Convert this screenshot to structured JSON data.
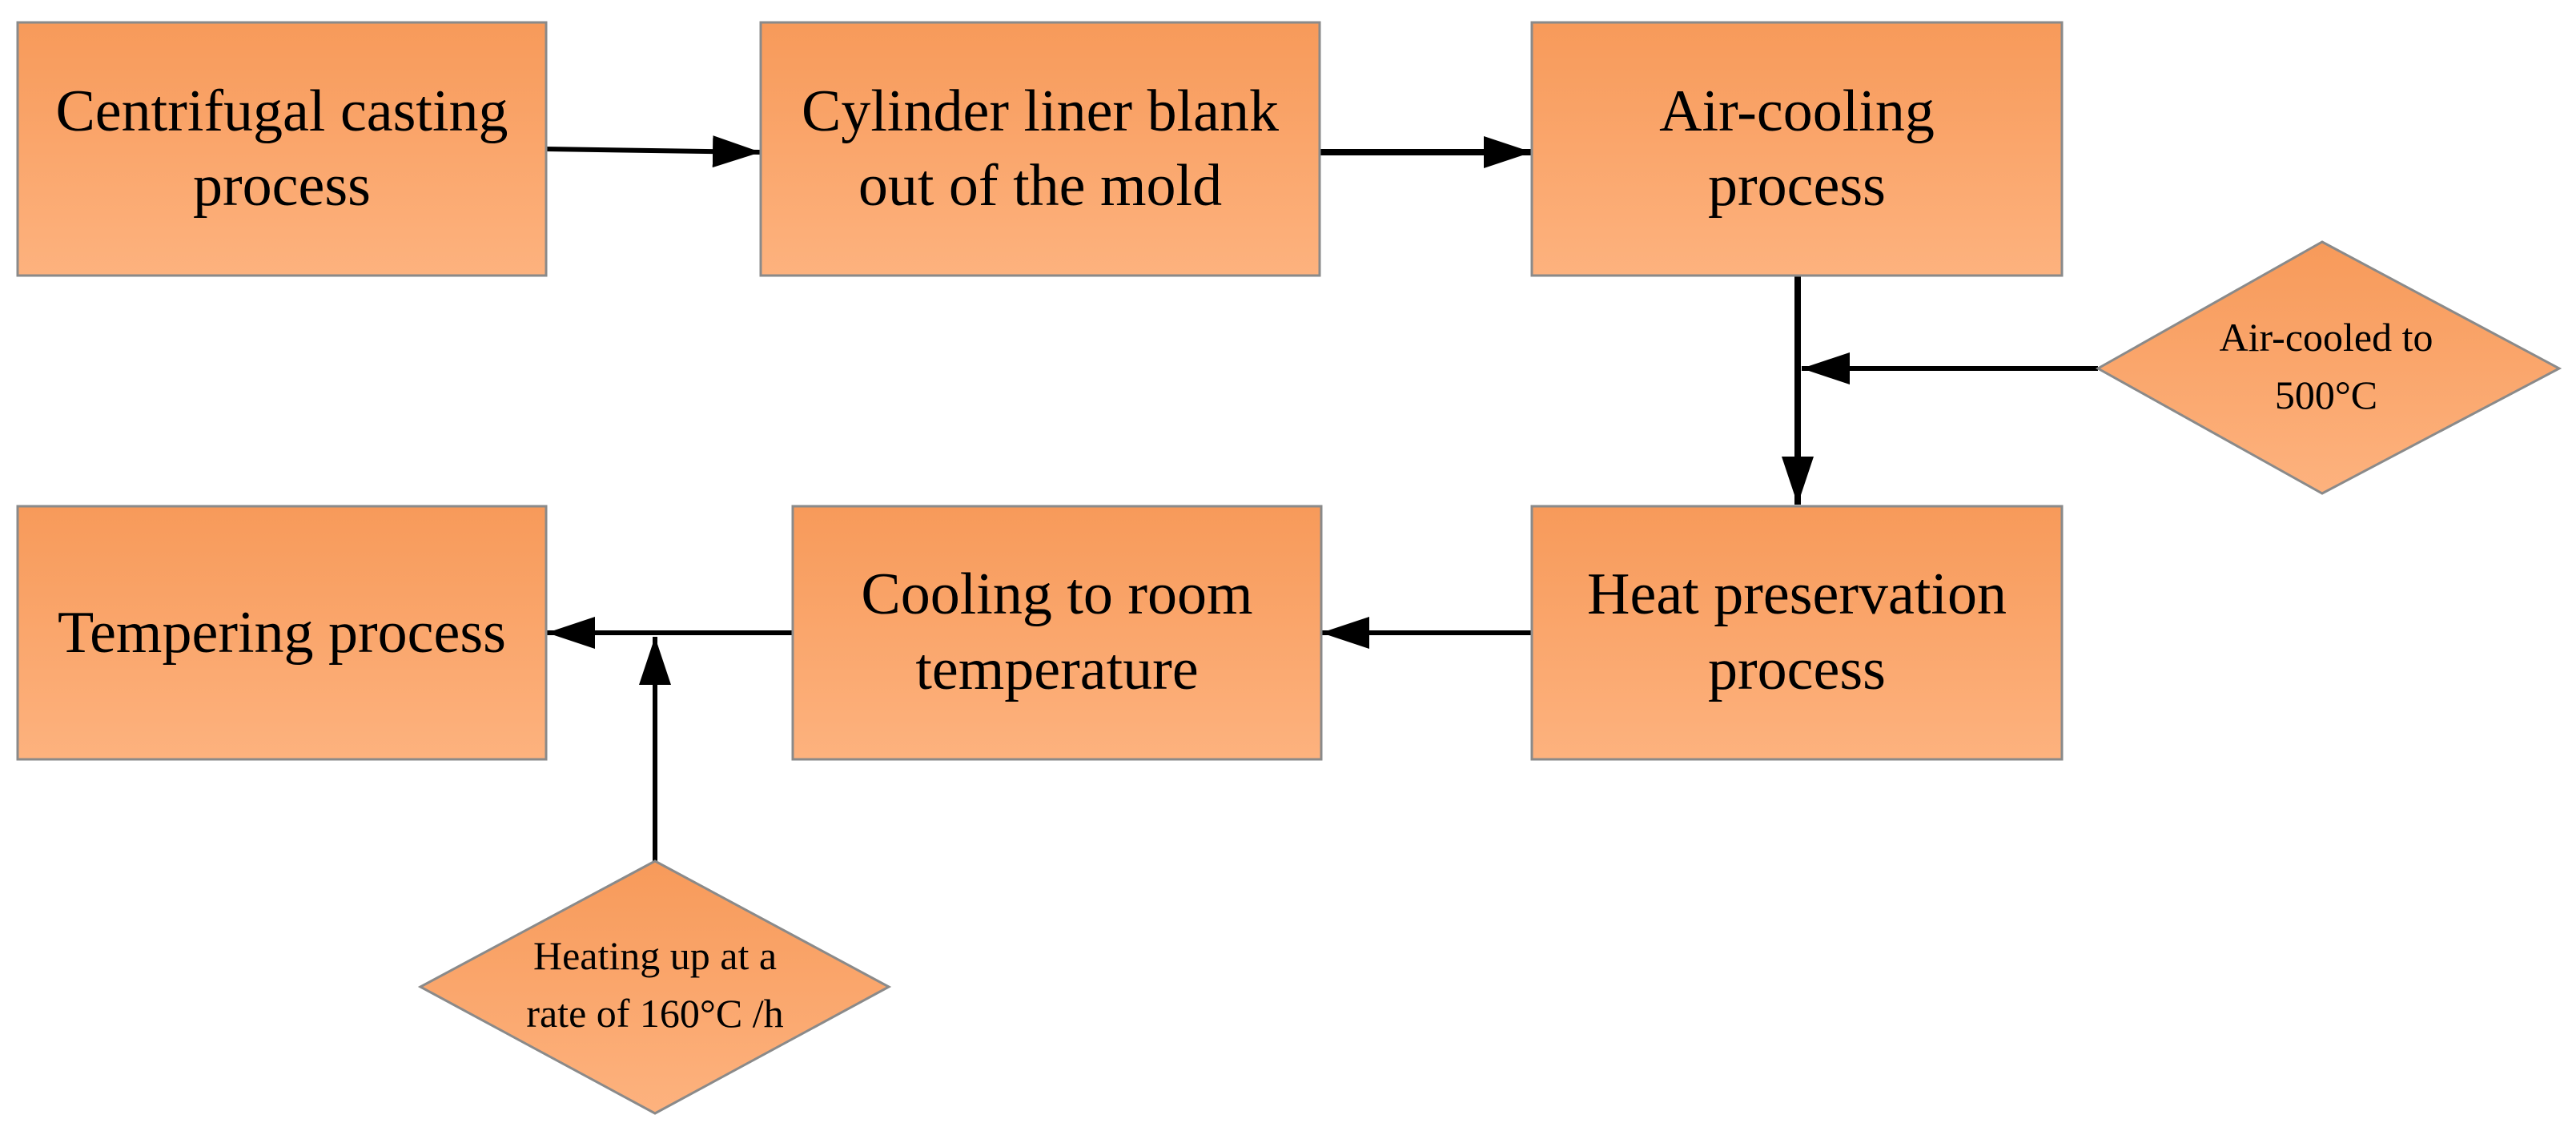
{
  "colors": {
    "fill_top": "#f79a5a",
    "fill_bottom": "#fdb27e",
    "stroke": "#8a8a8a",
    "arrow": "#000000"
  },
  "boxes": {
    "centrifugal": {
      "line1": "Centrifugal casting",
      "line2": "process"
    },
    "blank": {
      "line1": "Cylinder liner blank",
      "line2": "out of the mold"
    },
    "aircooling": {
      "line1": "Air-cooling",
      "line2": "process"
    },
    "heat": {
      "line1": "Heat preservation",
      "line2": "process"
    },
    "cooling": {
      "line1": "Cooling to room",
      "line2": "temperature"
    },
    "tempering": {
      "line1": "Tempering process"
    }
  },
  "diamonds": {
    "aircooled": {
      "line1": "Air-cooled to",
      "line2": "500°C"
    },
    "heating": {
      "line1": "Heating up at a",
      "line2": "rate of 160°C /h"
    }
  }
}
